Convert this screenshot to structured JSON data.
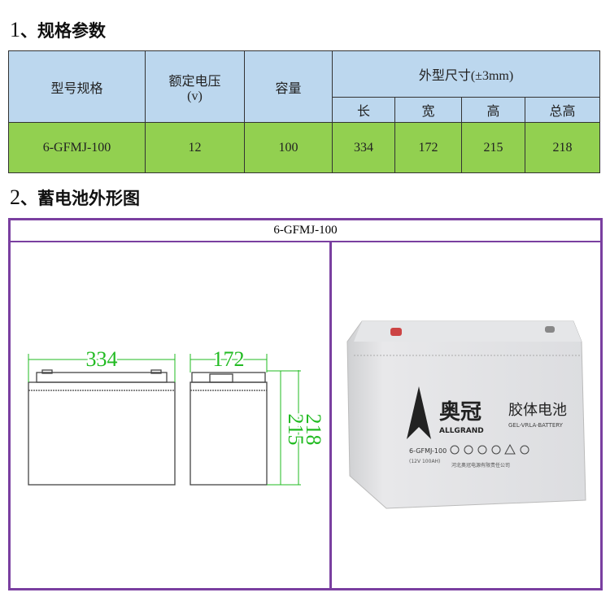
{
  "section1": {
    "number": "1",
    "title": "、规格参数"
  },
  "table": {
    "headers": {
      "model": "型号规格",
      "voltage": "额定电压",
      "voltage_unit": "(v)",
      "capacity": "容量",
      "dimensions": "外型尺寸(±3mm)",
      "length": "长",
      "width": "宽",
      "height": "高",
      "total_height": "总高"
    },
    "row": {
      "model": "6-GFMJ-100",
      "voltage": "12",
      "capacity": "100",
      "length": "334",
      "width": "172",
      "height": "215",
      "total_height": "218"
    }
  },
  "section2": {
    "number": "2",
    "title": "、蓄电池外形图"
  },
  "drawing": {
    "model": "6-GFMJ-100",
    "dim_length": "334",
    "dim_width": "172",
    "dim_height": "215",
    "dim_total_height": "218"
  },
  "photo": {
    "brand_cn": "奥冠",
    "brand_en": "ALLGRAND",
    "product_cn": "胶体电池",
    "product_en": "GEL-VRLA-BATTERY",
    "model": "6-GFMJ-100",
    "spec": "(12V 100AH)",
    "company": "河北奥冠电源有限责任公司"
  },
  "colors": {
    "header_bg": "#bcd7ee",
    "row_bg": "#92d050",
    "frame": "#7a3fa0",
    "dimension": "#22bb22"
  }
}
